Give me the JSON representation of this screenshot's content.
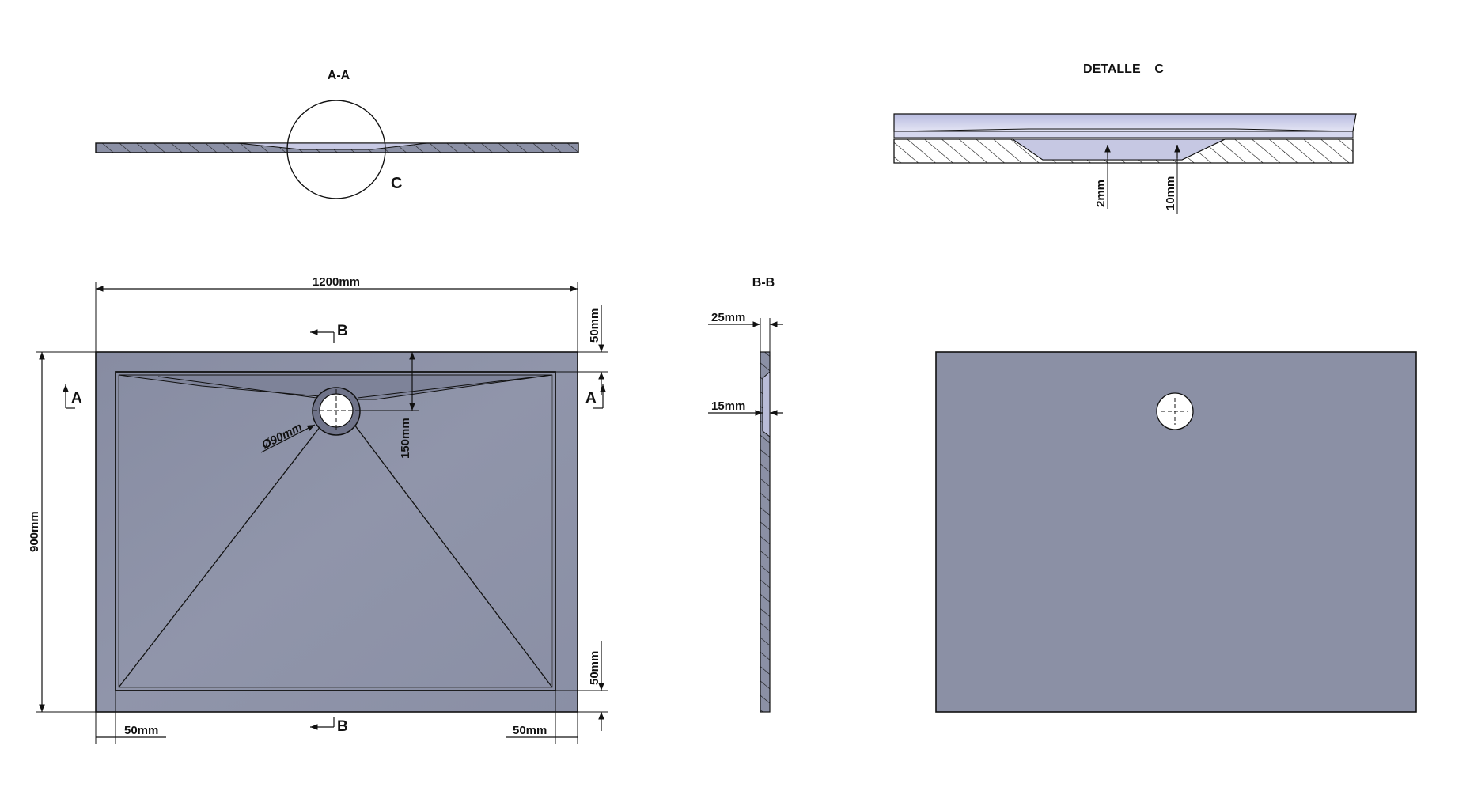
{
  "section_aa": {
    "title": "A-A",
    "detail_mark": "C"
  },
  "detail_c": {
    "title": "DETALLE    C",
    "dim_left": "2mm",
    "dim_right": "10mm"
  },
  "plan_view": {
    "width_label": "1200mm",
    "height_label": "900mm",
    "top_margin_label": "50mm",
    "bottom_margin_label": "50mm",
    "left_margin_label": "50mm",
    "right_margin_label": "50mm",
    "drain_offset_label": "150mm",
    "drain_diameter_label": "Ø90mm",
    "section_b_top": "B",
    "section_b_bottom": "B",
    "section_a_left": "A",
    "section_a_right": "A"
  },
  "section_bb": {
    "title": "B-B",
    "thickness_label": "25mm",
    "recess_label": "15mm"
  },
  "colors": {
    "tray_fill": "#8b90a5",
    "detail_top": "#c9cbe6",
    "line": "#111111"
  }
}
